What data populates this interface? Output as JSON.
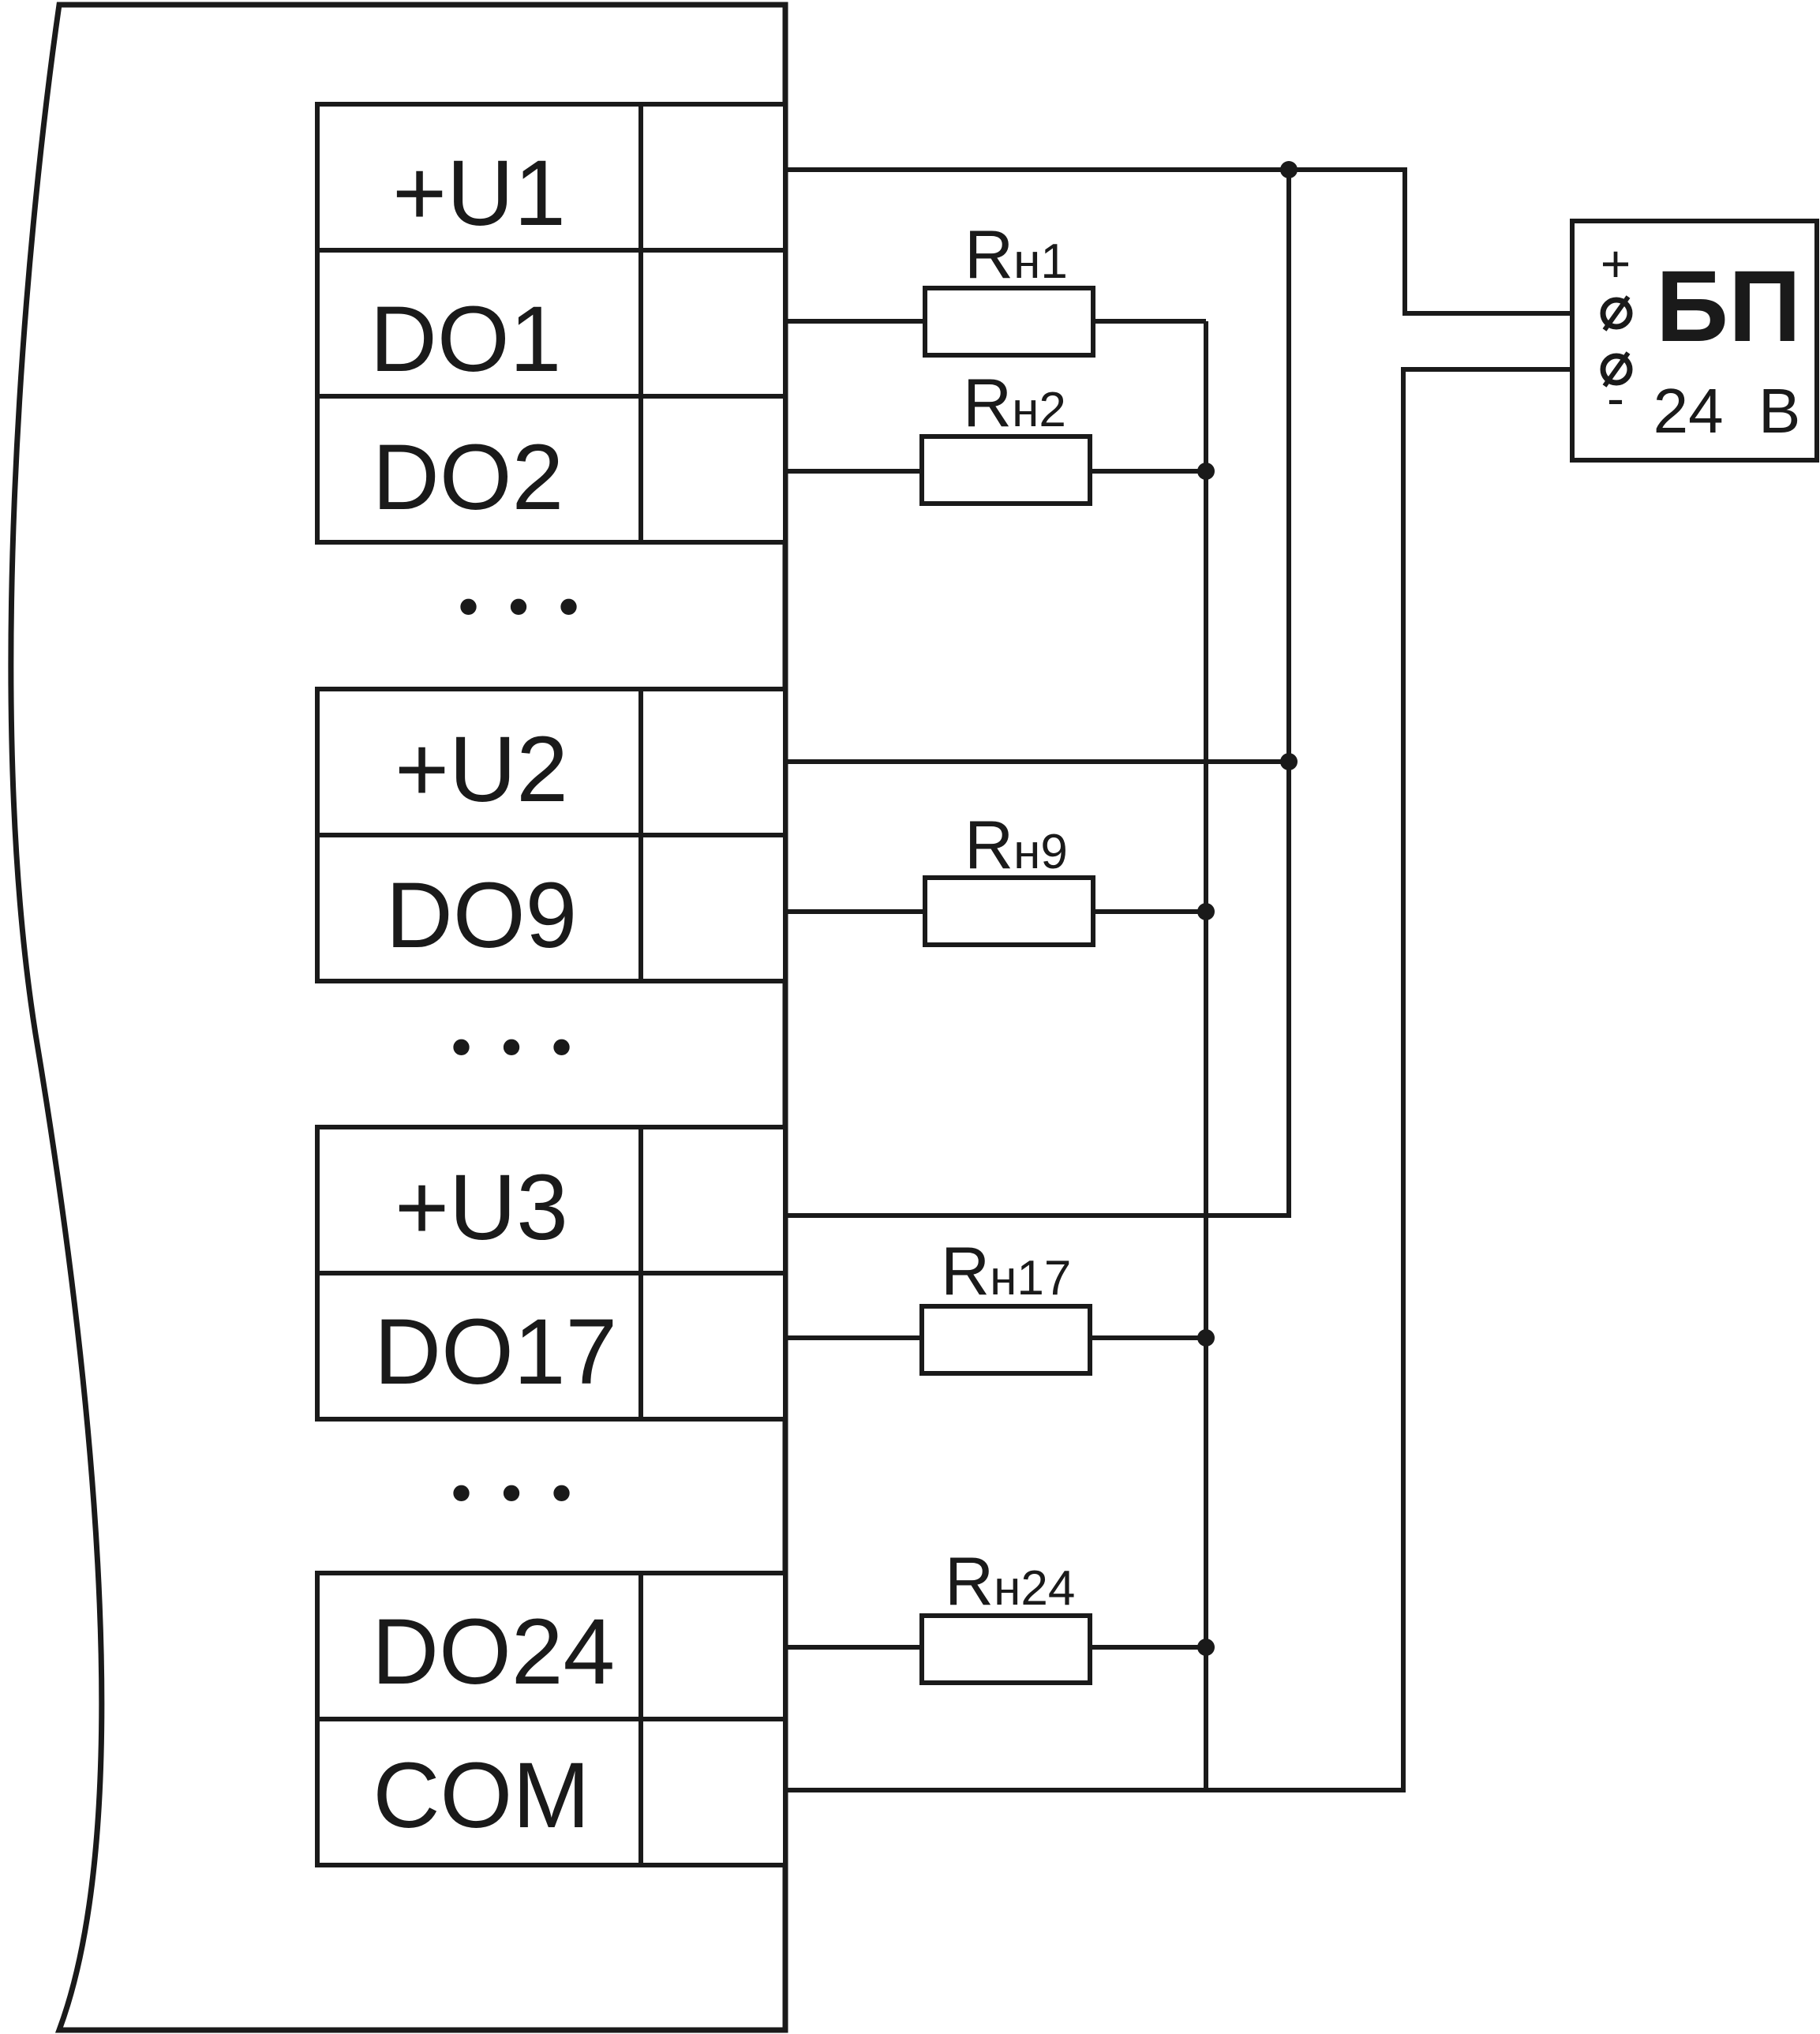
{
  "terminals": {
    "u1": "+U1",
    "do1": "DO1",
    "do2": "DO2",
    "u2": "+U2",
    "do9": "DO9",
    "u3": "+U3",
    "do17": "DO17",
    "do24": "DO24",
    "com": "COM"
  },
  "ellipsis": "• • •",
  "resistors": {
    "r1": {
      "main": "R",
      "sub": "н1"
    },
    "r2": {
      "main": "R",
      "sub": "н2"
    },
    "r9": {
      "main": "R",
      "sub": "н9"
    },
    "r17": {
      "main": "R",
      "sub": "н17"
    },
    "r24": {
      "main": "R",
      "sub": "н24"
    }
  },
  "power_supply": {
    "name": "БП",
    "voltage": "24  В",
    "plus": "+",
    "minus": "-"
  }
}
